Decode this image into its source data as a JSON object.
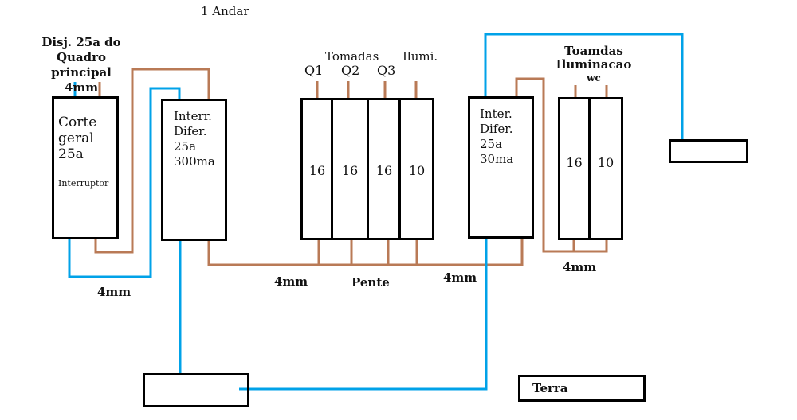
{
  "title": "1 Andar",
  "colors": {
    "wire_phase": "#b97a56",
    "wire_earth": "#00a2e8",
    "outline": "#000000"
  },
  "source": {
    "lines": [
      "Disj. 25a do",
      "Quadro",
      "principal",
      "4mm"
    ]
  },
  "main_switch": {
    "lines": [
      "Corte",
      "geral",
      "25a"
    ],
    "sublabel": "Interruptor"
  },
  "rcd_1": {
    "lines": [
      "Interr.",
      "Difer.",
      "25a",
      "300ma"
    ]
  },
  "breakers_group": {
    "heading_sockets": "Tomadas",
    "heading_lighting": "Ilumi.",
    "circuits": [
      {
        "name": "Q1",
        "rating": "16"
      },
      {
        "name": "Q2",
        "rating": "16"
      },
      {
        "name": "Q3",
        "rating": "16"
      },
      {
        "name": "",
        "rating": "10"
      }
    ]
  },
  "rcd_2": {
    "lines": [
      "Inter.",
      "Difer.",
      "25a",
      "30ma"
    ]
  },
  "wc_group": {
    "heading": [
      "Toamdas",
      "Iluminacao",
      "wc"
    ],
    "circuits": [
      {
        "rating": "16"
      },
      {
        "rating": "10"
      }
    ]
  },
  "wire_labels": {
    "left_loop": "4mm",
    "busbar_left": "4mm",
    "busbar_name": "Pente",
    "busbar_right": "4mm",
    "wc_feed": "4mm"
  },
  "earth_box": {
    "label": "Terra"
  }
}
